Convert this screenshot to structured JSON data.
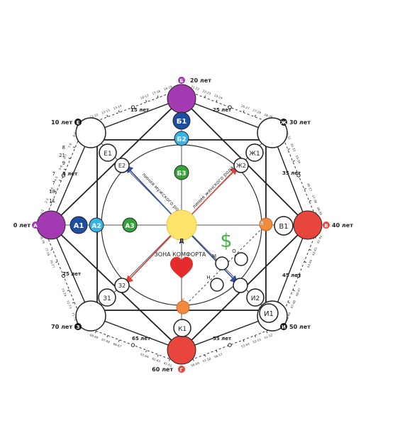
{
  "colors": {
    "purple": "#a33ab1",
    "navy": "#1f4fa3",
    "cyan": "#39b3e6",
    "green": "#36a33a",
    "yellow": "#fde56b",
    "orange": "#f08a3c",
    "red": "#e8453c",
    "dollar": "#48b04a",
    "heart": "#e42c2c",
    "line_blue": "#2f4f9f",
    "line_red": "#e0423a"
  },
  "age_labels": {
    "a": "0 лет",
    "b": "20 лет",
    "v": "40 лет",
    "g": "60 лет",
    "e": "10 лет",
    "zh": "30 лет",
    "i": "50 лет",
    "z": "70 лет",
    "y5": "5 лет",
    "y15": "15 лет",
    "y25": "25 лет",
    "y35": "35 лет",
    "y45": "45 лет",
    "y55": "55 лет",
    "y65": "65 лет",
    "y75": "75 лет"
  },
  "point_letters": {
    "a": "А",
    "b": "Б",
    "v": "В",
    "g": "Г",
    "e": "Е",
    "zh": "Ж",
    "i": "И",
    "z": "З",
    "d": "Д",
    "l": "Л",
    "k": "К",
    "m": "М",
    "n": "Н",
    "o": "О"
  },
  "circle_labels": {
    "a1": "А1",
    "a2": "А2",
    "a3": "А3",
    "b1": "Б1",
    "b2": "Б2",
    "b3": "Б3",
    "v1": "В1",
    "e1": "Е1",
    "e2": "Е2",
    "zh1": "Ж1",
    "zh2": "Ж2",
    "z1": "З1",
    "z2": "З2",
    "i1": "И1",
    "i2": "И2",
    "k1": "К1"
  },
  "zone_label": "ЗОНА КОМФОРТА",
  "male_line": "линия мужского рода",
  "female_line": "линия женского рода",
  "dollar": "$",
  "left_numbers": [
    "8",
    "21",
    "9",
    "7",
    "7",
    "18",
    "11"
  ],
  "tick_labels": {
    "ae": [
      "1-2",
      "2-3",
      "3-4",
      "4-5",
      "5-6",
      "6-7",
      "7-8",
      "8-9"
    ],
    "eb": [
      "11-12",
      "12-13",
      "13-14",
      "16-17",
      "17-18",
      "18-19"
    ],
    "bzh": [
      "21-22",
      "22-23",
      "23-24",
      "26-27",
      "27-28",
      "28-29"
    ],
    "zhv": [
      "31-32",
      "32-33",
      "33-34",
      "36-37",
      "37-38",
      "38-39"
    ],
    "vi": [
      "41-42",
      "42-43",
      "43-44",
      "46-47",
      "47-48",
      "48-49"
    ],
    "ig": [
      "51-52",
      "52-53",
      "53-54",
      "56-57",
      "57-58",
      "58-59"
    ],
    "gz": [
      "61-62",
      "62-63",
      "63-64",
      "66-67",
      "67-68",
      "68-69"
    ],
    "za": [
      "71-72",
      "72-73",
      "73-74",
      "76-77",
      "77-78",
      "78-79"
    ]
  }
}
